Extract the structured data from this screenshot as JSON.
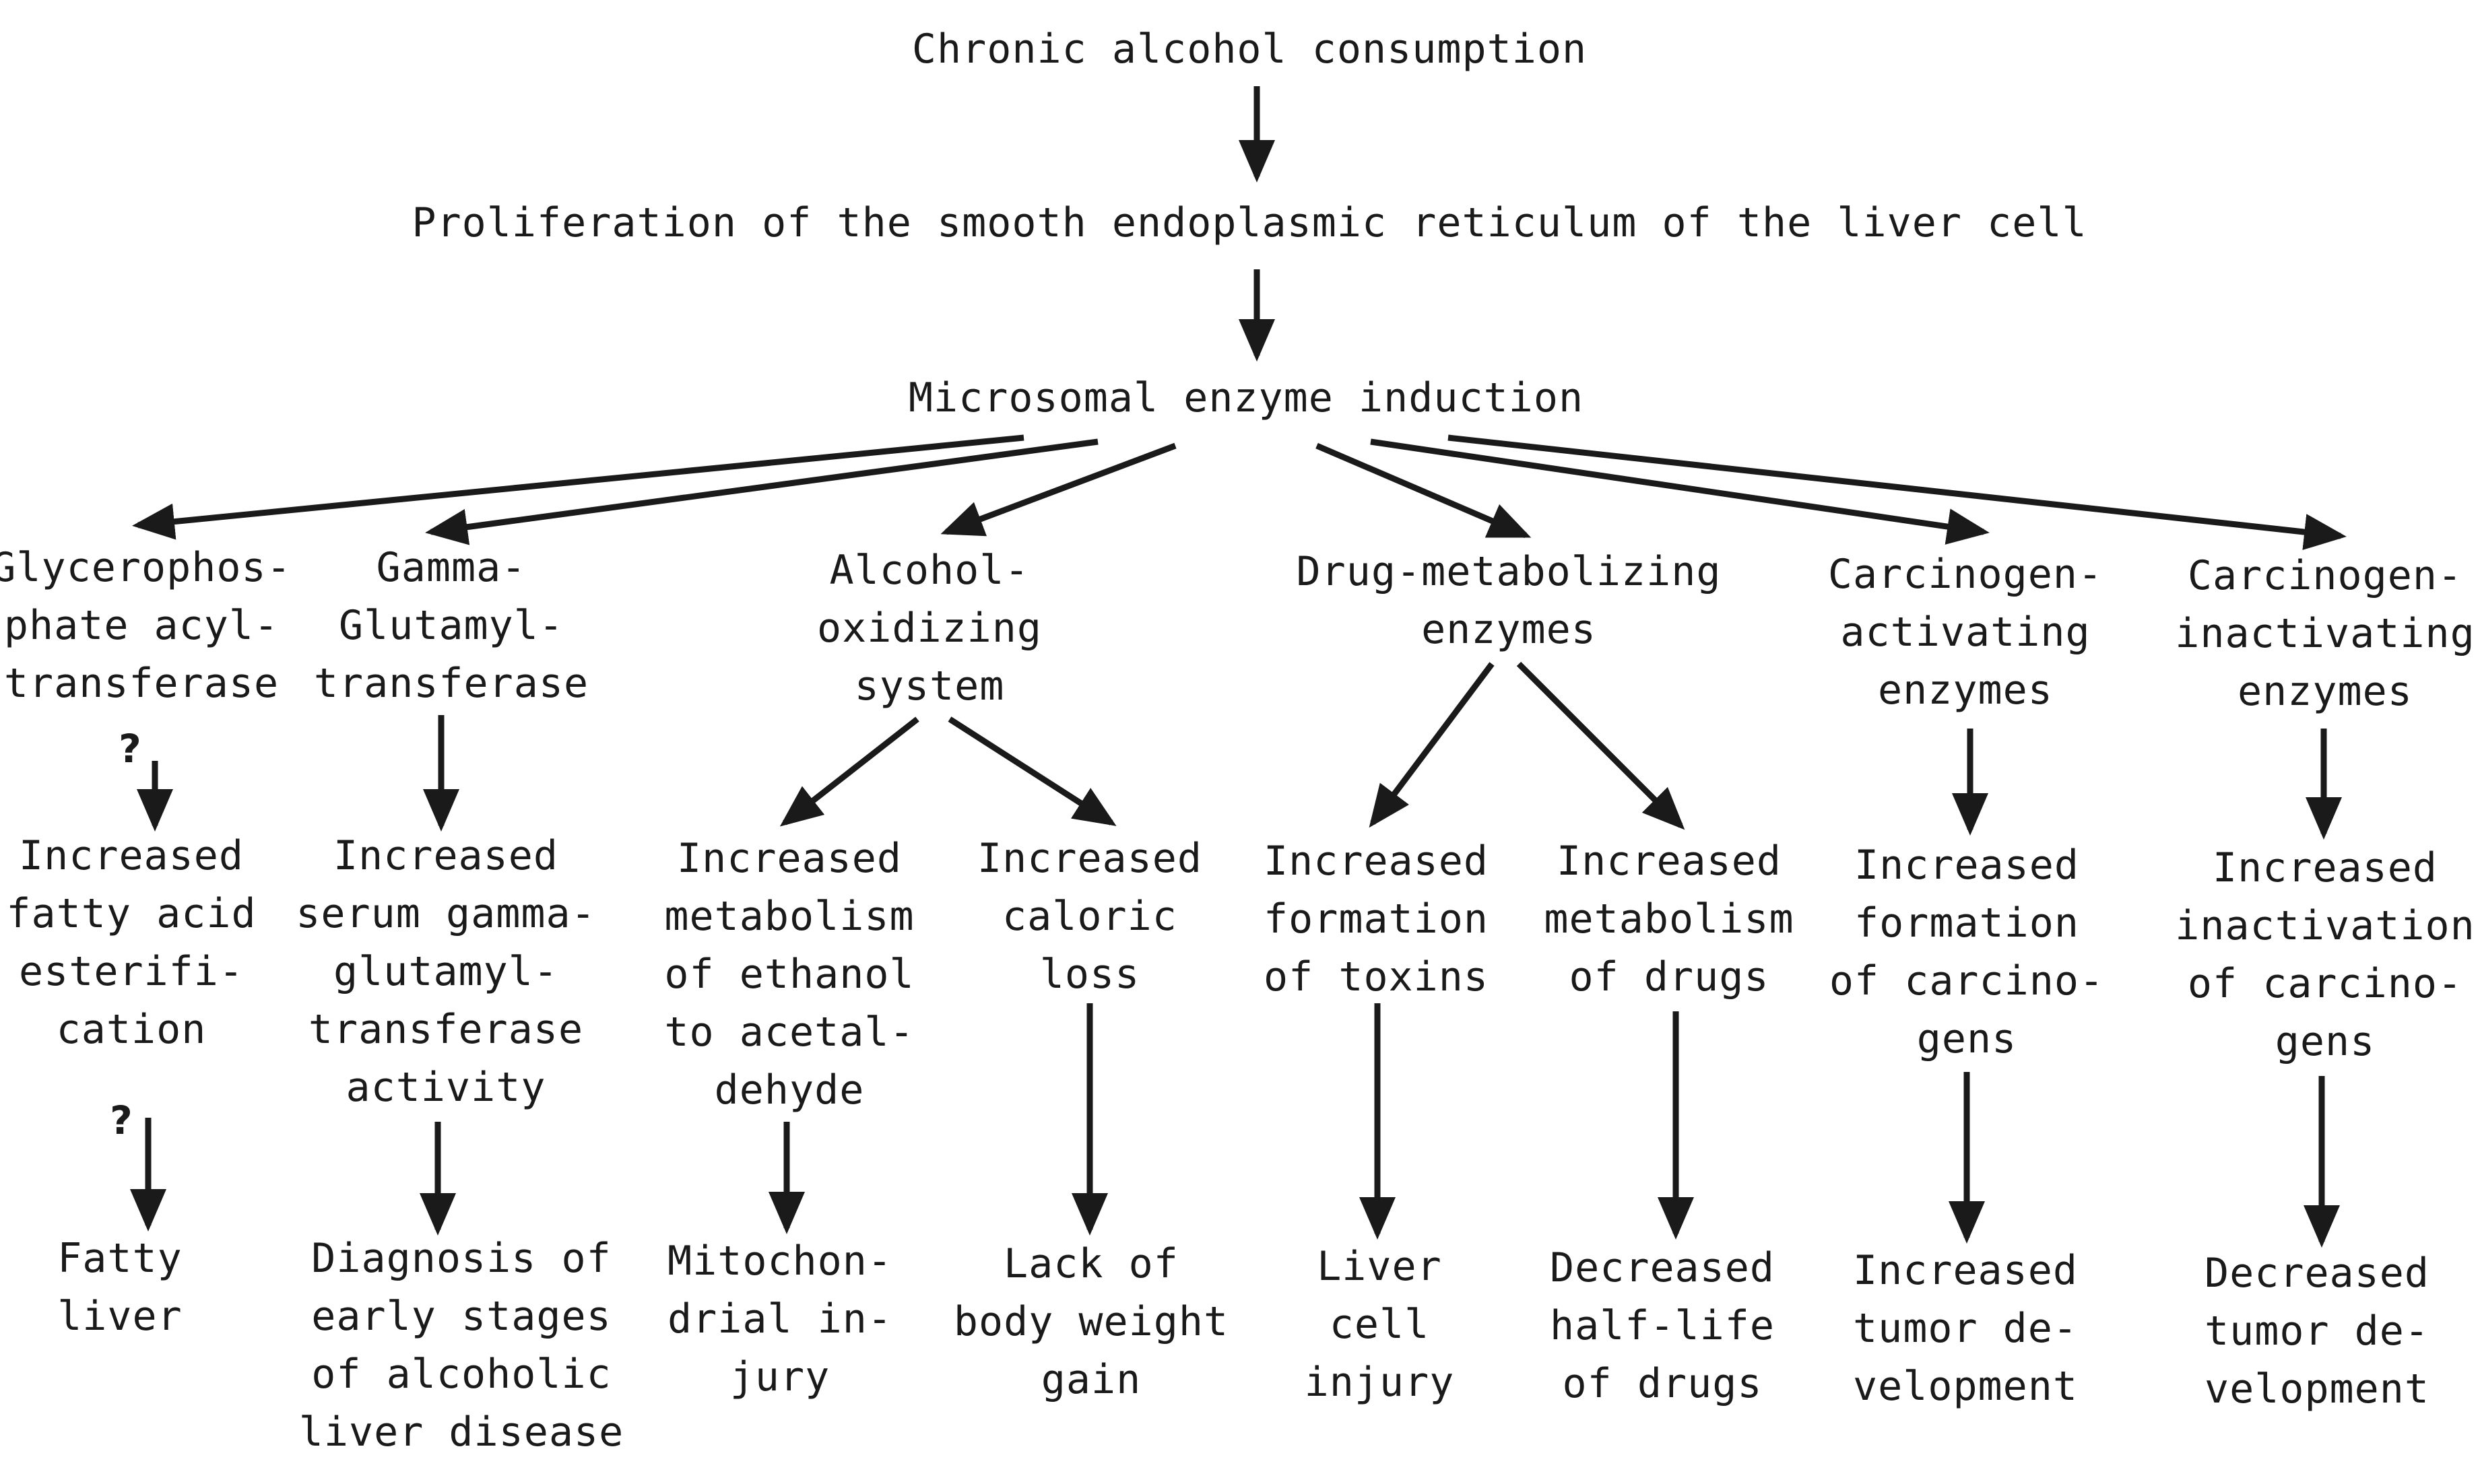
{
  "diagram": {
    "root": "Chronic alcohol consumption",
    "level2": "Proliferation of the smooth endoplasmic reticulum of the liver cell",
    "level3": "Microsomal enzyme induction",
    "enzymes": {
      "glycero": "Glycerophos-\nphate acyl-\ntransferase",
      "ggt": "Gamma-\nGlutamyl-\ntransferase",
      "aos": "Alcohol-\noxidizing\nsystem",
      "dme": "Drug-metabolizing\nenzymes",
      "cae": "Carcinogen-\nactivating\nenzymes",
      "cie": "Carcinogen-\ninactivating\nenzymes"
    },
    "effects": {
      "glycero": "Increased\nfatty acid\nesterifi-\ncation",
      "ggt": "Increased\nserum gamma-\nglutamyl-\ntransferase\nactivity",
      "aos_metab": "Increased\nmetabolism\nof ethanol\nto acetal-\ndehyde",
      "aos_caloric": "Increased\ncaloric\nloss",
      "dme_toxins": "Increased\nformation\nof toxins",
      "dme_drugs": "Increased\nmetabolism\nof drugs",
      "cae": "Increased\nformation\nof carcino-\ngens",
      "cie": "Increased\ninactivation\nof carcino-\ngens"
    },
    "outcomes": {
      "glycero": "Fatty\nliver",
      "ggt": "Diagnosis of\nearly stages\nof alcoholic\nliver disease",
      "aos_metab": "Mitochon-\ndrial in-\njury",
      "aos_caloric": "Lack of\nbody weight\ngain",
      "dme_toxins": "Liver\ncell\ninjury",
      "dme_drugs": "Decreased\nhalf-life\nof drugs",
      "cae": "Increased\ntumor de-\nvelopment",
      "cie": "Decreased\ntumor de-\nvelopment"
    },
    "uncertain_marks": [
      "?",
      "?"
    ]
  }
}
